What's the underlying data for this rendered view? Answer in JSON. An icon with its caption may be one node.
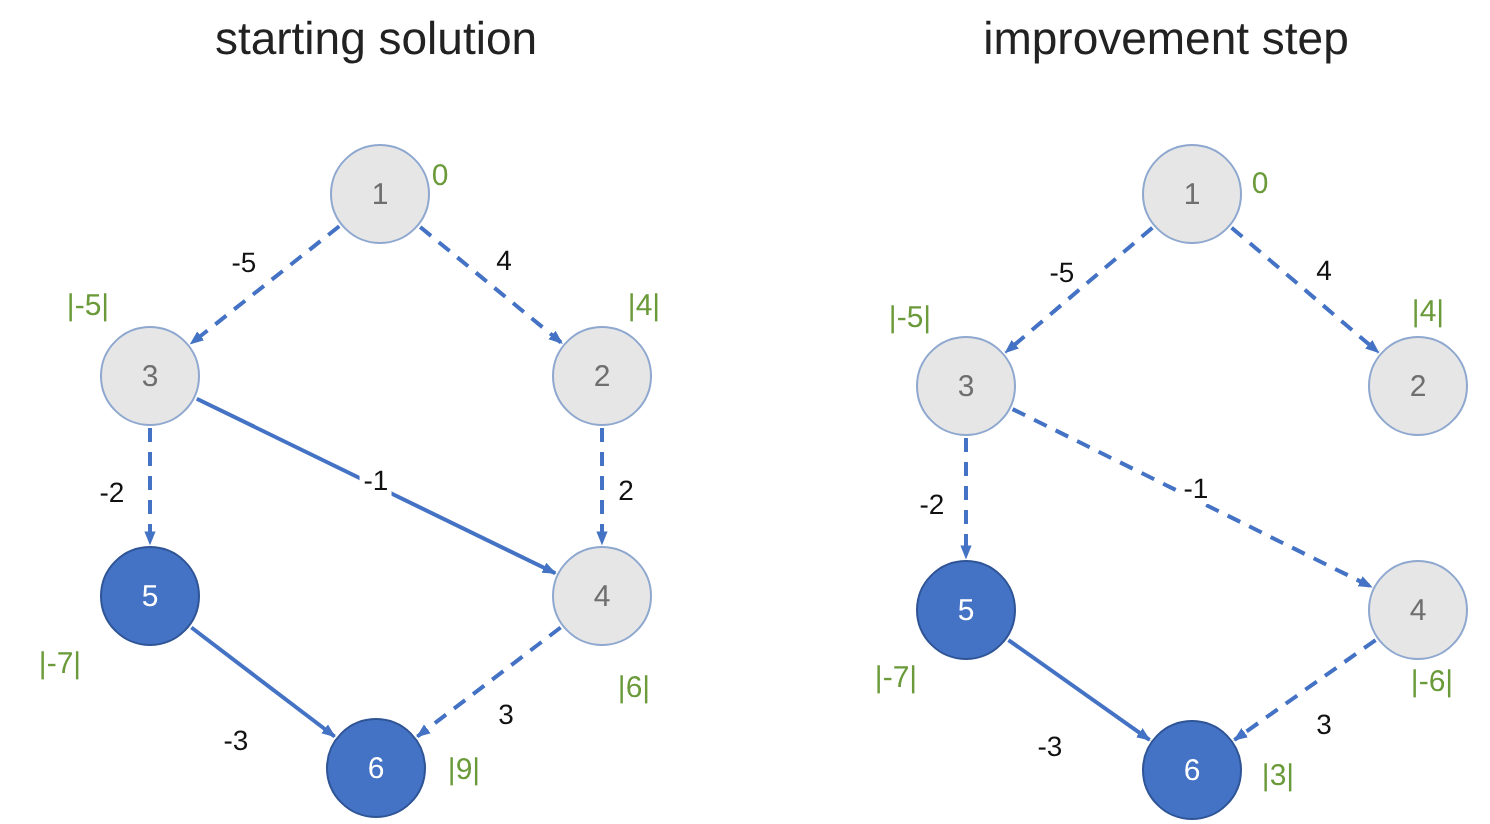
{
  "diagram": {
    "nodes": [
      {
        "text": [
          "1"
        ],
        "beside": [
          "0"
        ]
      },
      {
        "text": [
          "3"
        ],
        "beside": [
          "|-5|"
        ]
      },
      {
        "text": [
          "2"
        ],
        "beside": [
          "|4|"
        ]
      },
      {
        "text": [
          "5"
        ],
        "beside": [
          "|-7|"
        ]
      },
      {
        "text": [
          "4"
        ],
        "beside": [
          "|6|"
        ]
      },
      {
        "text": [
          "6"
        ],
        "beside": [
          "|9|"
        ]
      },
      {
        "text": [
          "1"
        ],
        "beside": [
          "0"
        ]
      },
      {
        "text": [
          "3"
        ],
        "beside": [
          "|-5|"
        ]
      },
      {
        "text": [
          "2"
        ],
        "beside": [
          "|4|"
        ]
      },
      {
        "text": [
          "5"
        ],
        "beside": [
          "|-7|"
        ]
      },
      {
        "text": [
          "4"
        ],
        "beside": [
          "|-6|"
        ]
      },
      {
        "text": [
          "6"
        ],
        "beside": [
          "|3|"
        ]
      }
    ],
    "edges": [
      {
        "from": 0,
        "to": 1,
        "arrow": "to",
        "label": "-5",
        "style": "dashed"
      },
      {
        "from": 0,
        "to": 2,
        "arrow": "to",
        "label": "4",
        "style": "dashed"
      },
      {
        "from": 1,
        "to": 3,
        "arrow": "to",
        "label": "-2",
        "style": "dashed"
      },
      {
        "from": 1,
        "to": 4,
        "arrow": "to",
        "label": "-1"
      },
      {
        "from": 2,
        "to": 4,
        "arrow": "to",
        "label": "2",
        "style": "dashed"
      },
      {
        "from": 3,
        "to": 5,
        "arrow": "to",
        "label": "-3"
      },
      {
        "from": 4,
        "to": 5,
        "arrow": "to",
        "label": "3",
        "style": "dashed"
      },
      {
        "from": 6,
        "to": 7,
        "arrow": "to",
        "label": "-5",
        "style": "dashed"
      },
      {
        "from": 6,
        "to": 8,
        "arrow": "to",
        "label": "4",
        "style": "dashed"
      },
      {
        "from": 7,
        "to": 9,
        "arrow": "to",
        "label": "-2",
        "style": "dashed"
      },
      {
        "from": 7,
        "to": 10,
        "arrow": "to",
        "label": "-1",
        "style": "dashed"
      },
      {
        "from": 9,
        "to": 11,
        "arrow": "to",
        "label": "-3"
      },
      {
        "from": 10,
        "to": 11,
        "arrow": "to",
        "label": "3",
        "style": "dashed"
      }
    ],
    "labels": [
      "starting solution",
      "improvement step"
    ]
  }
}
